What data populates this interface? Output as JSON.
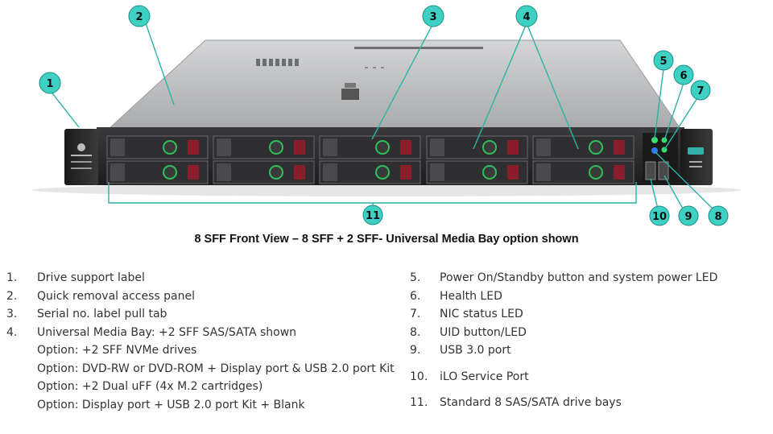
{
  "colors": {
    "callout_fill": "#3fd0c4",
    "callout_stroke": "#1a8f86",
    "leader_line": "#2bb3a7",
    "chassis_top": "#c9cacc",
    "chassis_front": "#2a2a2c",
    "drive_accent": "#8a1d2a",
    "led_green": "#35e06a",
    "led_blue": "#2a7cff"
  },
  "figure": {
    "callouts": [
      {
        "id": "1",
        "label": "1"
      },
      {
        "id": "2",
        "label": "2"
      },
      {
        "id": "3",
        "label": "3"
      },
      {
        "id": "4",
        "label": "4"
      },
      {
        "id": "5",
        "label": "5"
      },
      {
        "id": "6",
        "label": "6"
      },
      {
        "id": "7",
        "label": "7"
      },
      {
        "id": "8",
        "label": "8"
      },
      {
        "id": "9",
        "label": "9"
      },
      {
        "id": "10",
        "label": "10"
      },
      {
        "id": "11",
        "label": "11"
      }
    ]
  },
  "caption": "8 SFF Front View – 8 SFF + 2 SFF- Universal Media Bay option shown",
  "legend_left": [
    {
      "num": "1.",
      "text": "Drive support label"
    },
    {
      "num": "2.",
      "text": "Quick removal access panel"
    },
    {
      "num": "3.",
      "text": "Serial no. label pull tab"
    },
    {
      "num": "4.",
      "text": "Universal Media Bay: +2 SFF SAS/SATA shown",
      "options": [
        "Option: +2 SFF NVMe drives",
        "Option: DVD-RW or DVD-ROM + Display port & USB 2.0 port Kit",
        "Option: +2 Dual uFF (4x M.2 cartridges)",
        "Option: Display port + USB 2.0 port Kit + Blank"
      ]
    }
  ],
  "legend_right": [
    {
      "num": "5.",
      "text": "Power On/Standby button and system power LED"
    },
    {
      "num": "6.",
      "text": "Health LED"
    },
    {
      "num": "7.",
      "text": "NIC status LED"
    },
    {
      "num": "8.",
      "text": "UID button/LED"
    },
    {
      "num": "9.",
      "text": "USB 3.0 port"
    },
    {
      "num": "10.",
      "text": "iLO Service Port"
    },
    {
      "num": "11.",
      "text": "Standard 8 SAS/SATA drive bays"
    }
  ]
}
